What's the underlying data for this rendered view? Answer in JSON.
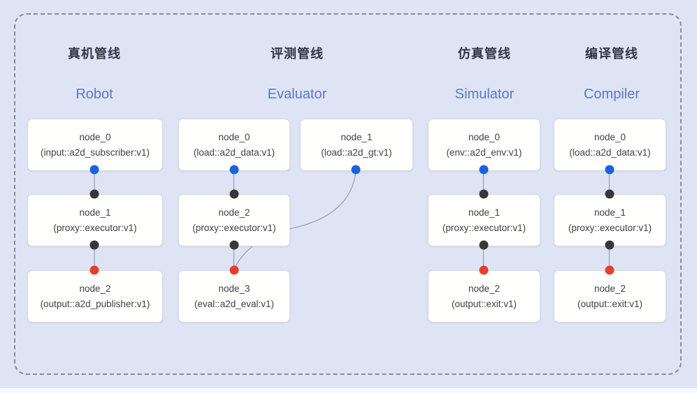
{
  "diagram": {
    "kind": "pipeline-diagram",
    "colors": {
      "background": "#dfe4f4",
      "frame_dash": "#868b96",
      "node_fill": "#fffffe",
      "node_border": "#d6dae5",
      "title_zh_color": "#333640",
      "title_en_color": "#5a7ac6",
      "output_port_dot": "#1b63dc",
      "input_port_dot": "#383838",
      "eval_port_dot": "#e83e2b",
      "connector_line": "#98a1b3"
    }
  },
  "pipelines": [
    {
      "title_zh": "真机管线",
      "title_en": "Robot",
      "nodes": [
        {
          "name": "node_0",
          "type": "(input::a2d_subscriber:v1)"
        },
        {
          "name": "node_1",
          "type": "(proxy::executor:v1)"
        },
        {
          "name": "node_2",
          "type": "(output::a2d_publisher:v1)"
        }
      ]
    },
    {
      "title_zh": "评测管线",
      "title_en": "Evaluator",
      "nodes": [
        {
          "name": "node_0",
          "type": "(load::a2d_data:v1)"
        },
        {
          "name": "node_1",
          "type": "(load::a2d_gt:v1)"
        },
        {
          "name": "node_2",
          "type": "(proxy::executor:v1)"
        },
        {
          "name": "node_3",
          "type": "(eval::a2d_eval:v1)"
        }
      ]
    },
    {
      "title_zh": "仿真管线",
      "title_en": "Simulator",
      "nodes": [
        {
          "name": "node_0",
          "type": "(env::a2d_env:v1)"
        },
        {
          "name": "node_1",
          "type": "(proxy::executor:v1)"
        },
        {
          "name": "node_2",
          "type": "(output::exit:v1)"
        }
      ]
    },
    {
      "title_zh": "编译管线",
      "title_en": "Compiler",
      "nodes": [
        {
          "name": "node_0",
          "type": "(load::a2d_data:v1)"
        },
        {
          "name": "node_1",
          "type": "(proxy::executor:v1)"
        },
        {
          "name": "node_2",
          "type": "(output::exit:v1)"
        }
      ]
    }
  ]
}
